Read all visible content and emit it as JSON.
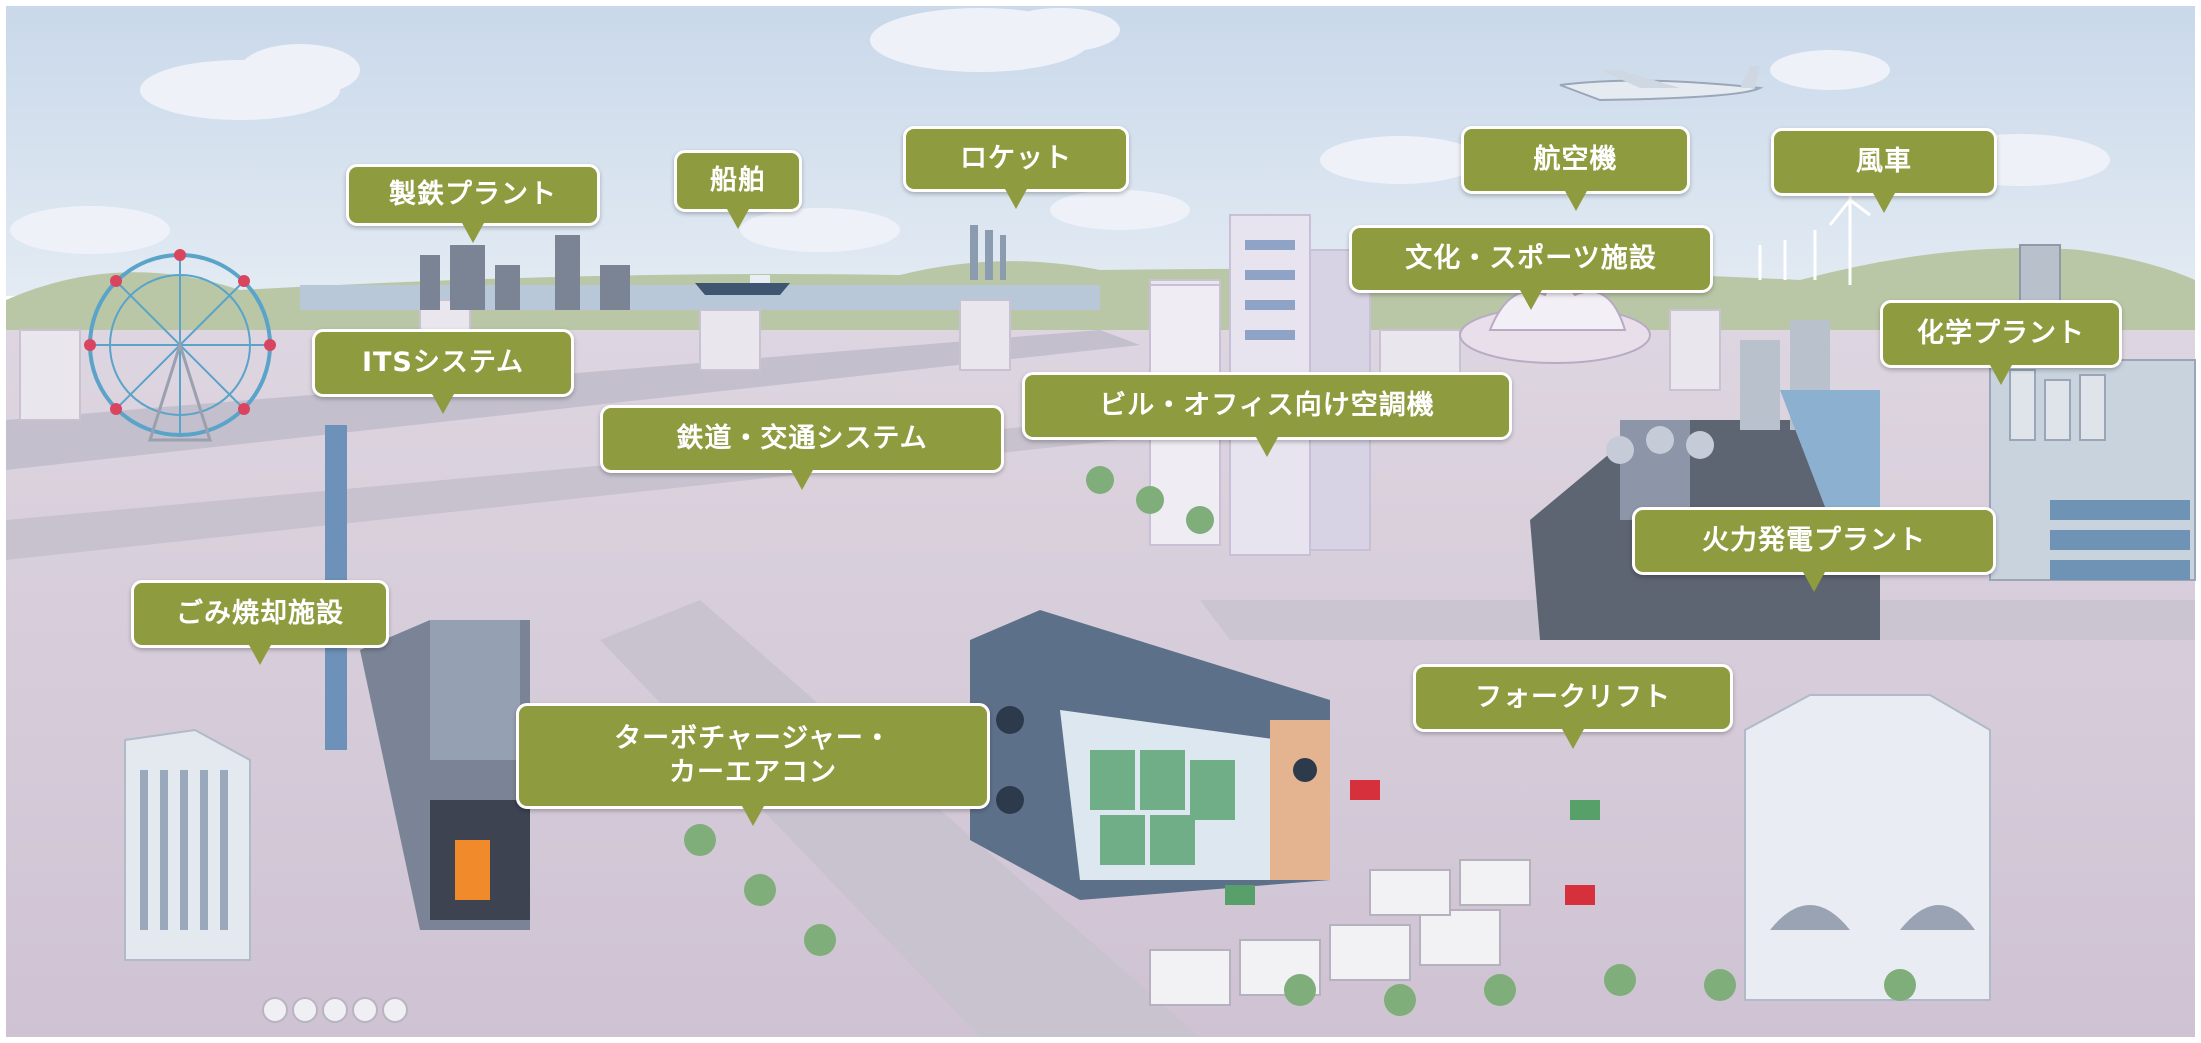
{
  "labels": {
    "steel_plant": "製鉄プラント",
    "ship": "船舶",
    "rocket": "ロケット",
    "aircraft": "航空機",
    "windmill": "風車",
    "culture_sports": "文化・スポーツ施設",
    "chemical_plant": "化学プラント",
    "its_system": "ITSシステム",
    "railway": "鉄道・交通システム",
    "building_ac": "ビル・オフィス向け空調機",
    "thermal_power": "火力発電プラント",
    "incinerator": "ごみ焼却施設",
    "forklift": "フォークリフト",
    "turbo_line1": "ターボチャージャー・",
    "turbo_line2": "カーエアコン"
  },
  "colors": {
    "label_bg": "#8e9b3e",
    "label_border": "#ffffff",
    "sky": "#d6e2ee",
    "ground": "#d8cfdc"
  }
}
